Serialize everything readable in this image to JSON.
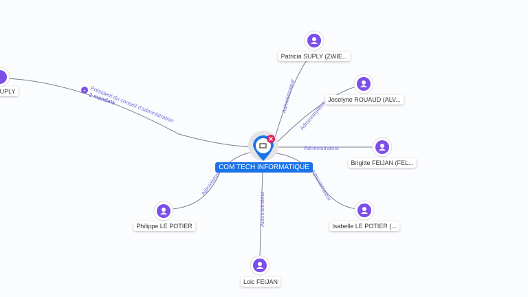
{
  "center": {
    "name": "COM TECH INFORMATIQUE",
    "icon": "company-icon",
    "badge": "closed-x-icon",
    "color": "#1a73e8",
    "badge_color": "#e0245e"
  },
  "people": [
    {
      "name": "SUPLY",
      "role": "Président du conseil d'administration",
      "extra": "2 mandats"
    },
    {
      "name": "Patricia SUPLY (ZWIE...",
      "role": "Administrateur"
    },
    {
      "name": "Jocelyne ROUAUD (ALV...",
      "role": "Administrateur"
    },
    {
      "name": "Brigitte FEIJAN (FEL...",
      "role": "Administrateur"
    },
    {
      "name": "Isabelle LE POTIER (...",
      "role": "Administrateur"
    },
    {
      "name": "Loic FEIJAN",
      "role": "Administrateur"
    },
    {
      "name": "Philippe LE POTIER",
      "role": "Administrateur"
    }
  ],
  "colors": {
    "person": "#7b4fe8",
    "edge": "#7a7f8c",
    "edge_label": "#7b6fd6"
  }
}
